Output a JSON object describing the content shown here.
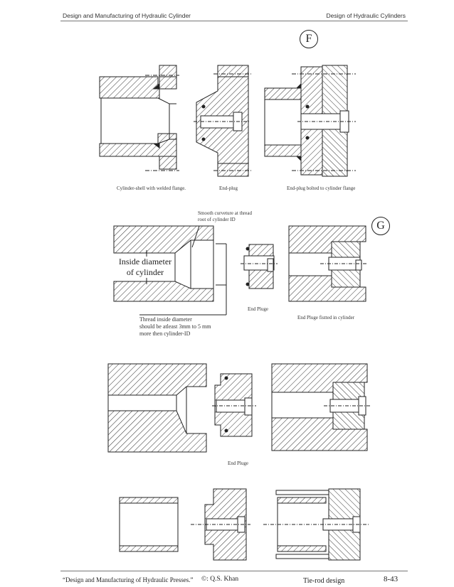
{
  "header": {
    "left": "Design and Manufacturing of Hydraulic Cylinder",
    "right": "Design of Hydraulic Cylinders"
  },
  "section_f": {
    "letter": "F",
    "captions": [
      "Cylinder-shell with welded flange.",
      "End-plug",
      "End-plug bolted to cylinder flange"
    ]
  },
  "section_g": {
    "letter": "G",
    "note_thread_root": [
      "Smooth curveture at thread",
      "root of cylinder ID"
    ],
    "inside_diameter": [
      "Inside diameter",
      "of cylinder"
    ],
    "thread_note": [
      "Thread inside diameter",
      "should be atleast 3mm to 5 mm",
      "more then cylinder-ID"
    ],
    "caption_end_pluge": "End Pluge",
    "caption_fitted": "End Pluge fistted in cylinder"
  },
  "section_3": {
    "caption": "End Pluge"
  },
  "footer": {
    "book": "“Design and Manufacturing of Hydraulic Presses.”",
    "copyright": "©: Q.S. Khan",
    "topic": "Tie-rod design",
    "page": "8-43"
  }
}
